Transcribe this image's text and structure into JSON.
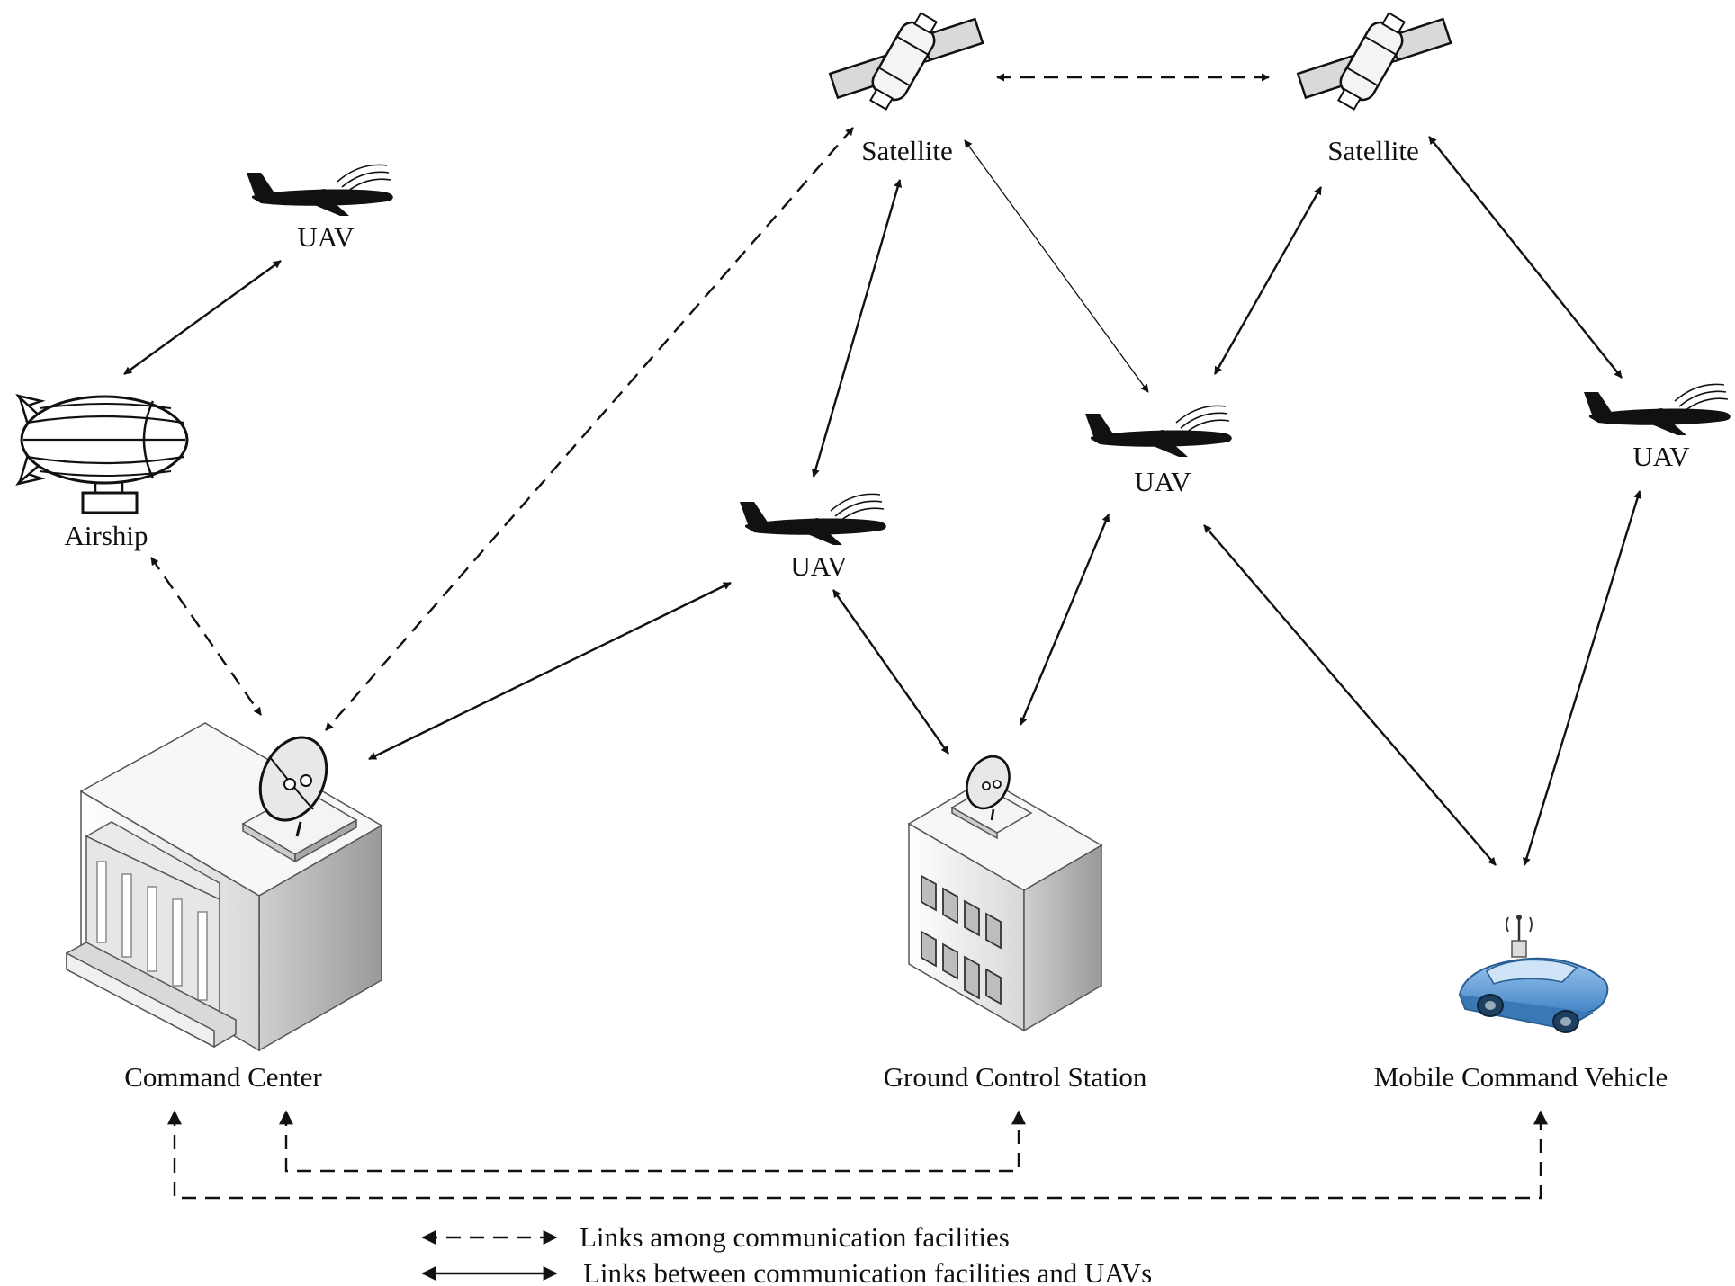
{
  "nodes": {
    "satellite_1": {
      "label": "Satellite",
      "icon": "satellite-icon"
    },
    "satellite_2": {
      "label": "Satellite",
      "icon": "satellite-icon"
    },
    "uav_top_left": {
      "label": "UAV",
      "icon": "uav-icon"
    },
    "uav_center": {
      "label": "UAV",
      "icon": "uav-icon"
    },
    "uav_middle": {
      "label": "UAV",
      "icon": "uav-icon"
    },
    "uav_right": {
      "label": "UAV",
      "icon": "uav-icon"
    },
    "airship": {
      "label": "Airship",
      "icon": "airship-icon"
    },
    "command_center": {
      "label": "Command Center",
      "icon": "command-center-building-icon"
    },
    "ground_control_station": {
      "label": "Ground Control Station",
      "icon": "ground-control-station-building-icon"
    },
    "mobile_command_vehicle": {
      "label": "Mobile Command Vehicle",
      "icon": "mobile-command-vehicle-icon"
    }
  },
  "legend": {
    "dashed": "Links among communication facilities",
    "solid": "Links between communication facilities and UAVs"
  },
  "links": [
    {
      "from": "satellite_1",
      "to": "satellite_2",
      "style": "dashed"
    },
    {
      "from": "satellite_1",
      "to": "command_center",
      "style": "dashed"
    },
    {
      "from": "airship",
      "to": "command_center",
      "style": "dashed"
    },
    {
      "from": "command_center",
      "to": "ground_control_station",
      "style": "dashed"
    },
    {
      "from": "command_center",
      "to": "mobile_command_vehicle",
      "style": "dashed"
    },
    {
      "from": "uav_top_left",
      "to": "airship",
      "style": "solid"
    },
    {
      "from": "satellite_1",
      "to": "uav_center",
      "style": "solid"
    },
    {
      "from": "satellite_1",
      "to": "uav_middle",
      "style": "solid"
    },
    {
      "from": "satellite_2",
      "to": "uav_middle",
      "style": "solid"
    },
    {
      "from": "satellite_2",
      "to": "uav_right",
      "style": "solid"
    },
    {
      "from": "uav_center",
      "to": "command_center",
      "style": "solid"
    },
    {
      "from": "uav_center",
      "to": "ground_control_station",
      "style": "solid"
    },
    {
      "from": "uav_middle",
      "to": "ground_control_station",
      "style": "solid"
    },
    {
      "from": "uav_middle",
      "to": "mobile_command_vehicle",
      "style": "solid"
    },
    {
      "from": "uav_right",
      "to": "mobile_command_vehicle",
      "style": "solid"
    }
  ],
  "colors": {
    "line": "#111111",
    "building_light": "#f2f2f2",
    "building_shade": "#bdbdbd",
    "vehicle_blue": "#5b9bd5"
  }
}
